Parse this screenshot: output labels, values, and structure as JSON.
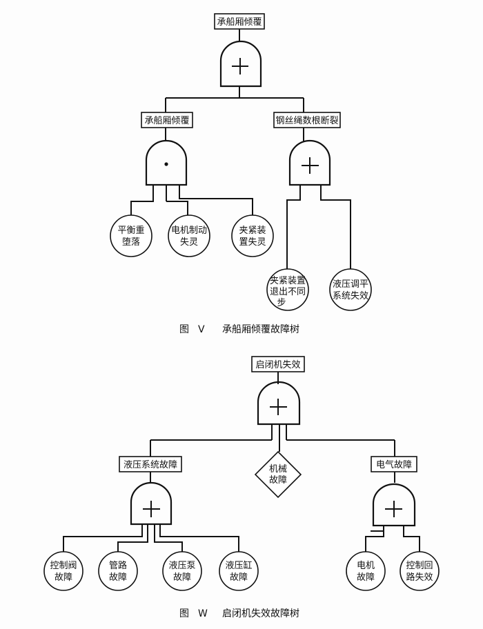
{
  "fig_v": {
    "top_event": "承船厢倾覆",
    "left_event": "承船厢倾覆",
    "right_event": "钢丝绳数根断裂",
    "leaf1": [
      "平衡重",
      "堕落"
    ],
    "leaf2": [
      "电机制动",
      "失灵"
    ],
    "leaf3": [
      "夹紧装",
      "置失灵"
    ],
    "leaf4": [
      "夹紧装置",
      "退出不同",
      "步"
    ],
    "leaf5": [
      "液压调平",
      "系统失效"
    ],
    "caption_label": "图",
    "caption_num": "V",
    "caption_title": "承船厢倾覆故障树"
  },
  "fig_w": {
    "top_event": "启闭机失效",
    "left_event": "液压系统故障",
    "mid_event": [
      "机械",
      "故障"
    ],
    "right_event": "电气故障",
    "leaf1": [
      "控制阀",
      "故障"
    ],
    "leaf2": [
      "管路",
      "故障"
    ],
    "leaf3": [
      "液压泵",
      "故障"
    ],
    "leaf4": [
      "液压缸",
      "故障"
    ],
    "leaf5": [
      "电机",
      "故障"
    ],
    "leaf6": [
      "控制回",
      "路失效"
    ],
    "caption_label": "图",
    "caption_num": "W",
    "caption_title": "启闭机失效故障树"
  }
}
